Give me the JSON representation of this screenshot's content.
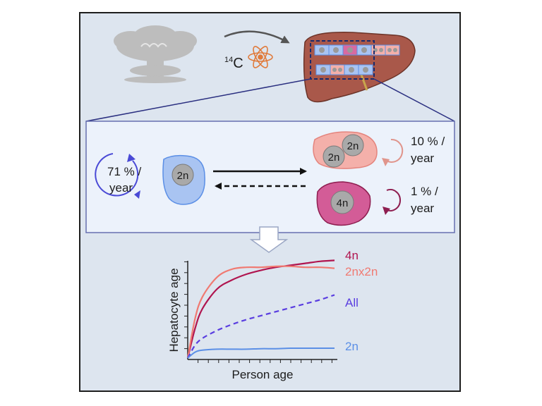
{
  "isotope": {
    "mass": "14",
    "symbol": "C"
  },
  "rates": {
    "diploid_line1": "71 % /",
    "diploid_line2": "year",
    "binucleated_line1": "10 % /",
    "binucleated_line2": "year",
    "tetraploid_line1": "1 % /",
    "tetraploid_line2": "year"
  },
  "cells": {
    "diploid": "2n",
    "binucleated_top": "2n",
    "binucleated_bottom": "2n",
    "tetraploid": "4n"
  },
  "colors": {
    "diploid": "#5b8fe6",
    "binucleated": "#f07a72",
    "tetraploid": "#b0154f",
    "all": "#5a3ee0",
    "liver": "#a9584a",
    "nucleus": "#a9a9a9"
  },
  "chart_data": {
    "type": "line",
    "xlabel": "Person age",
    "ylabel": "Hepatocyte age",
    "grid": false,
    "legend": "right, at line ends",
    "series": [
      {
        "name": "4n",
        "style": "solid",
        "color": "#b0154f",
        "x": [
          0,
          0.05,
          0.1,
          0.2,
          0.3,
          0.4,
          0.5,
          0.6,
          0.7,
          0.8,
          0.9,
          1.0
        ],
        "y": [
          0,
          0.3,
          0.5,
          0.7,
          0.79,
          0.85,
          0.89,
          0.92,
          0.94,
          0.96,
          0.98,
          0.99
        ]
      },
      {
        "name": "2nx2n",
        "style": "solid",
        "color": "#f07a72",
        "x": [
          0,
          0.05,
          0.1,
          0.2,
          0.3,
          0.4,
          0.5,
          0.6,
          0.7,
          0.8,
          0.9,
          1.0
        ],
        "y": [
          0,
          0.4,
          0.62,
          0.82,
          0.9,
          0.92,
          0.92,
          0.93,
          0.93,
          0.92,
          0.92,
          0.91
        ]
      },
      {
        "name": "All",
        "style": "dashed",
        "color": "#5a3ee0",
        "x": [
          0,
          0.05,
          0.1,
          0.2,
          0.3,
          0.4,
          0.5,
          0.6,
          0.7,
          0.8,
          0.9,
          1.0
        ],
        "y": [
          0,
          0.13,
          0.2,
          0.28,
          0.34,
          0.39,
          0.43,
          0.47,
          0.51,
          0.55,
          0.59,
          0.64
        ]
      },
      {
        "name": "2n",
        "style": "solid",
        "color": "#5b8fe6",
        "x": [
          0,
          0.05,
          0.1,
          0.2,
          0.3,
          0.4,
          0.5,
          0.6,
          0.7,
          0.8,
          0.9,
          1.0
        ],
        "y": [
          0,
          0.06,
          0.08,
          0.09,
          0.09,
          0.09,
          0.095,
          0.095,
          0.1,
          0.1,
          0.1,
          0.1
        ]
      }
    ]
  }
}
